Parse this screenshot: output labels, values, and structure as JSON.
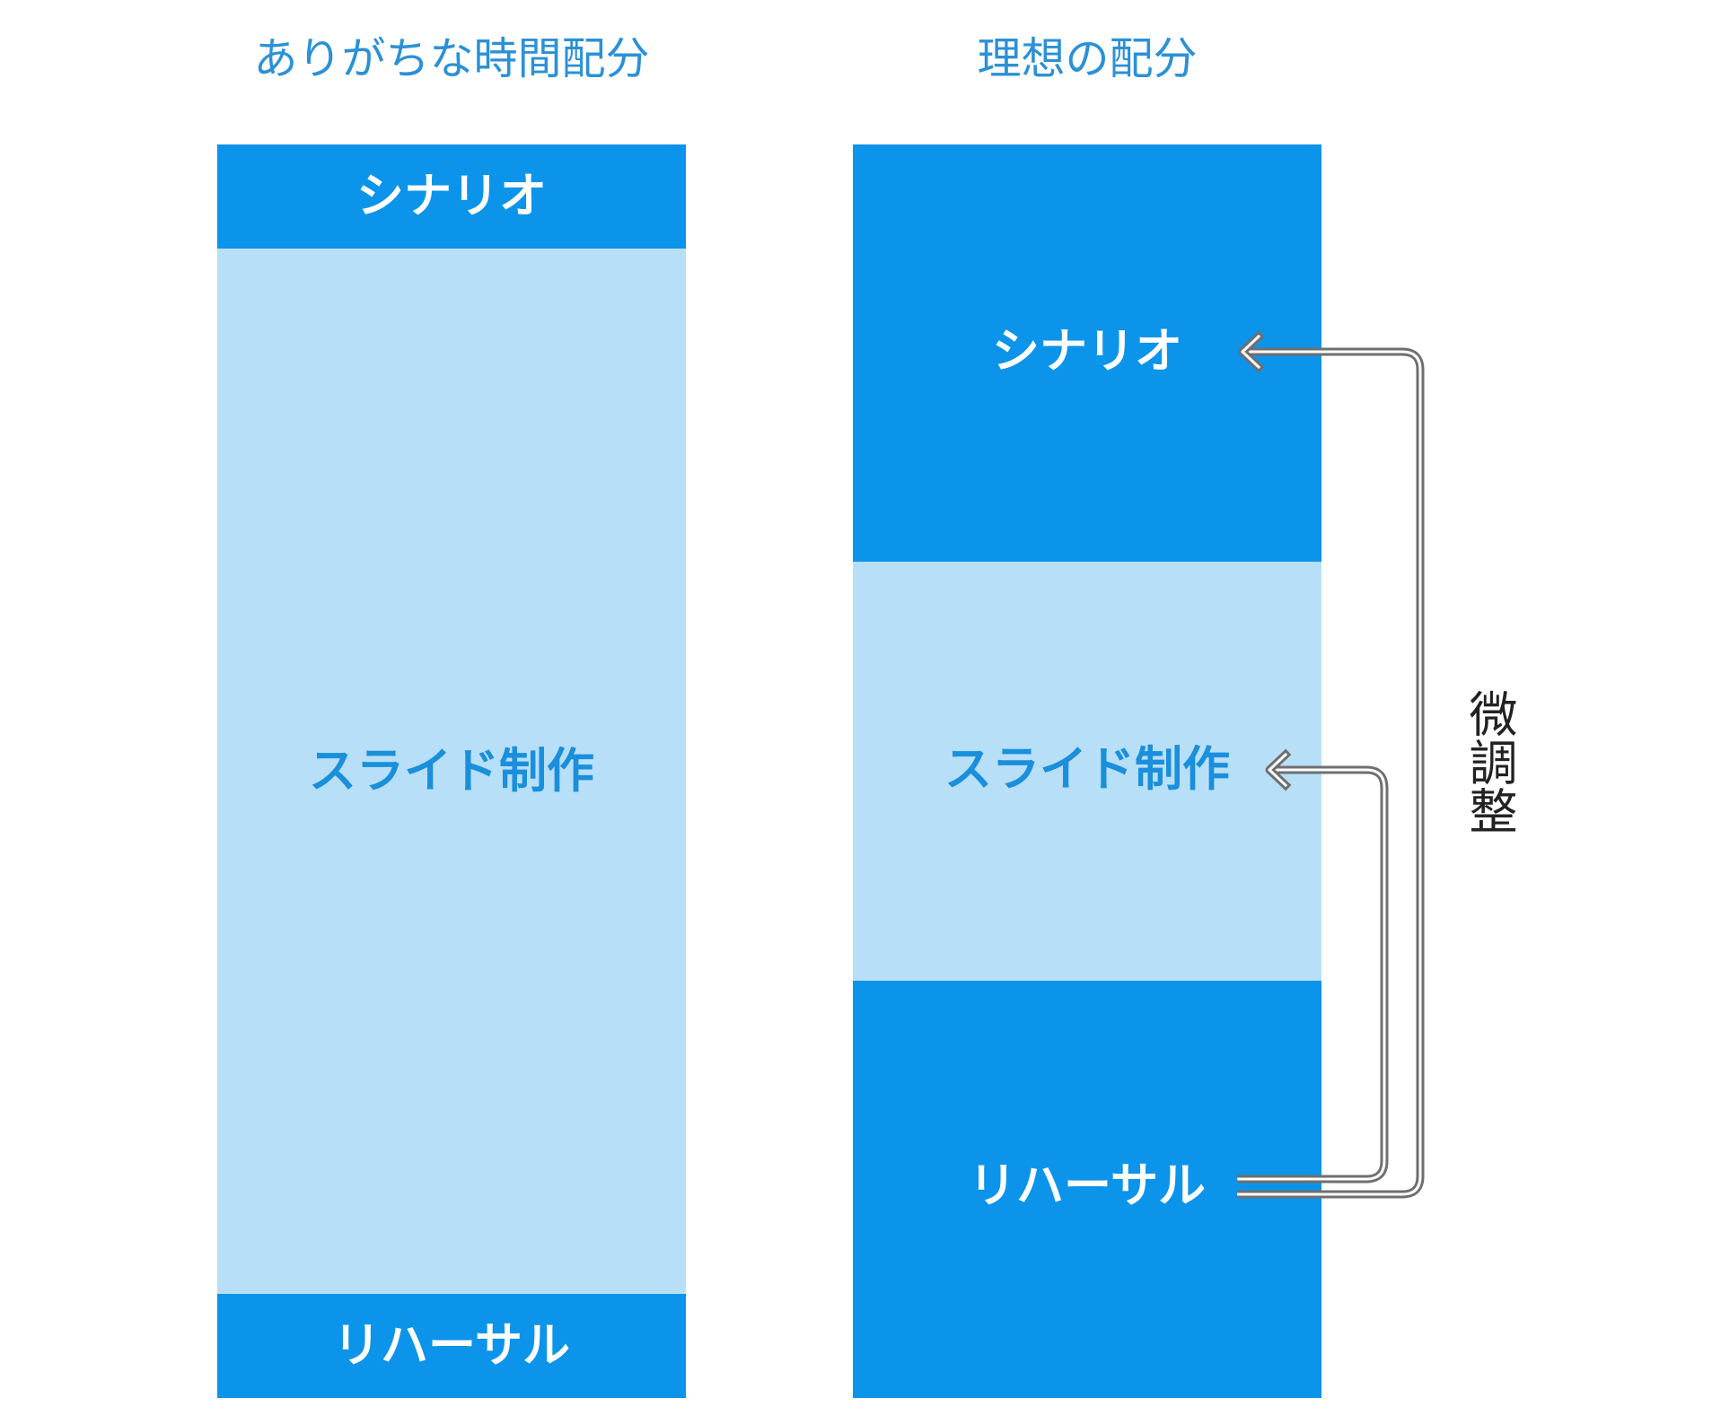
{
  "left_column": {
    "title": "ありがちな時間配分",
    "blocks": [
      {
        "label": "シナリオ",
        "style": "dark",
        "share": 0.083
      },
      {
        "label": "スライド制作",
        "style": "light",
        "share": 0.834
      },
      {
        "label": "リハーサル",
        "style": "dark",
        "share": 0.083
      }
    ]
  },
  "right_column": {
    "title": "理想の配分",
    "blocks": [
      {
        "label": "シナリオ",
        "style": "dark",
        "share": 0.333
      },
      {
        "label": "スライド制作",
        "style": "light",
        "share": 0.334
      },
      {
        "label": "リハーサル",
        "style": "dark",
        "share": 0.333
      }
    ]
  },
  "adjustment_label": "微調整",
  "colors": {
    "dark_block": "#0b94ea",
    "light_block": "#b8dff8",
    "title_text": "#2b91d6",
    "arrow": "#6f6f6f"
  }
}
